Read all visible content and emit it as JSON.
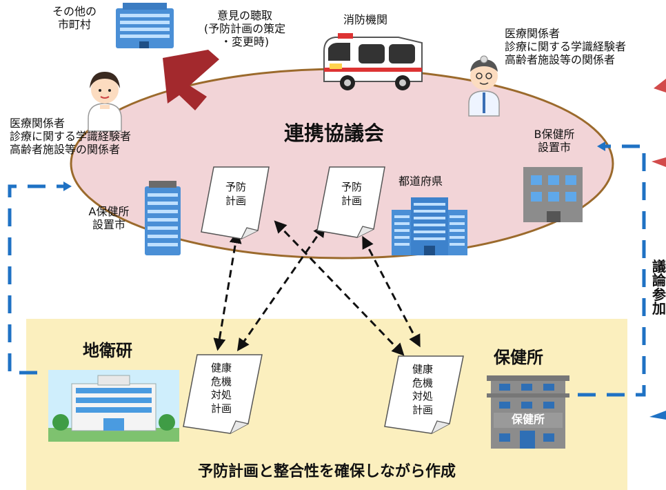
{
  "council": {
    "title": "連携協議会"
  },
  "municipalities": {
    "other": "その他の\n市町村"
  },
  "hearing": {
    "text": "意見の聴取\n(予防計画の策定\n・変更時)"
  },
  "fire_dept": {
    "label": "消防機関"
  },
  "medical_right": {
    "text": "医療関係者\n診療に関する学識経験者\n高齢者施設等の関係者"
  },
  "medical_left": {
    "text": "医療関係者\n診療に関する学識経験者\n高齢者施設等の関係者"
  },
  "city_b": {
    "text": "B保健所\n設置市"
  },
  "city_a": {
    "text": "A保健所\n設置市"
  },
  "prefecture": {
    "label": "都道府県"
  },
  "prevention_plan_1": {
    "text": "予防\n計画"
  },
  "prevention_plan_2": {
    "text": "予防\n計画"
  },
  "lab": {
    "title": "地衛研"
  },
  "health_center": {
    "title": "保健所",
    "sign": "保健所"
  },
  "crisis_plan_1": {
    "text": "健康\n危機\n対処\n計画"
  },
  "crisis_plan_2": {
    "text": "健康\n危機\n対処\n計画"
  },
  "footer": {
    "text": "予防計画と整合性を確保しながら作成"
  },
  "side_label": {
    "text": "議\n論\n参\n加"
  },
  "colors": {
    "council_fill": "#f2d4d7",
    "council_stroke": "#9b6a2c",
    "bottom_panel": "#fbefbe",
    "dashed_blue": "#1f72c4",
    "red_arrow": "#a3292d"
  }
}
